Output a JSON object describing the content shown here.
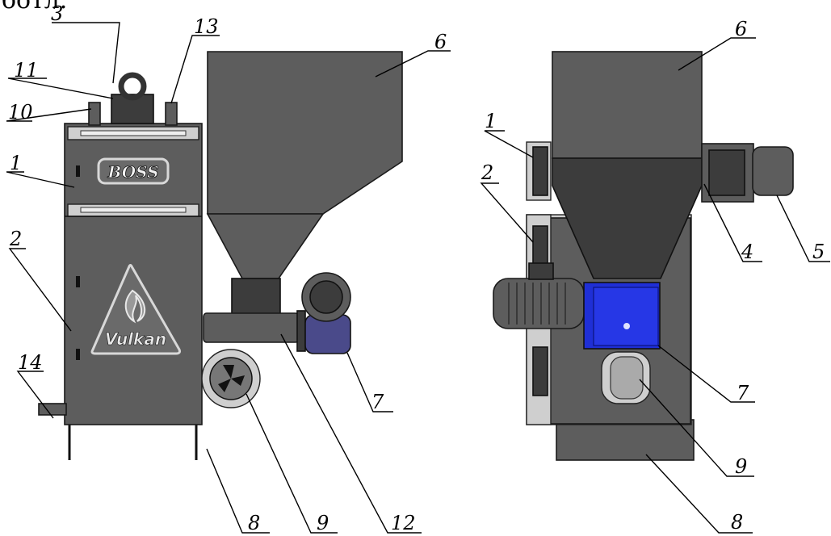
{
  "header_text": "ботл.",
  "brand_boss": "BOSS",
  "brand_vulkan": "Vulkan",
  "left_labels": [
    "3",
    "11",
    "13",
    "10",
    "6",
    "1",
    "2",
    "14",
    "7",
    "8",
    "9",
    "12"
  ],
  "right_labels": [
    "6",
    "1",
    "2",
    "4",
    "5",
    "7",
    "9",
    "8"
  ],
  "colors": {
    "body": "#5d5d5d",
    "dark": "#3c3c3c",
    "blue": "#1f2fd6",
    "outline": "#111111"
  }
}
